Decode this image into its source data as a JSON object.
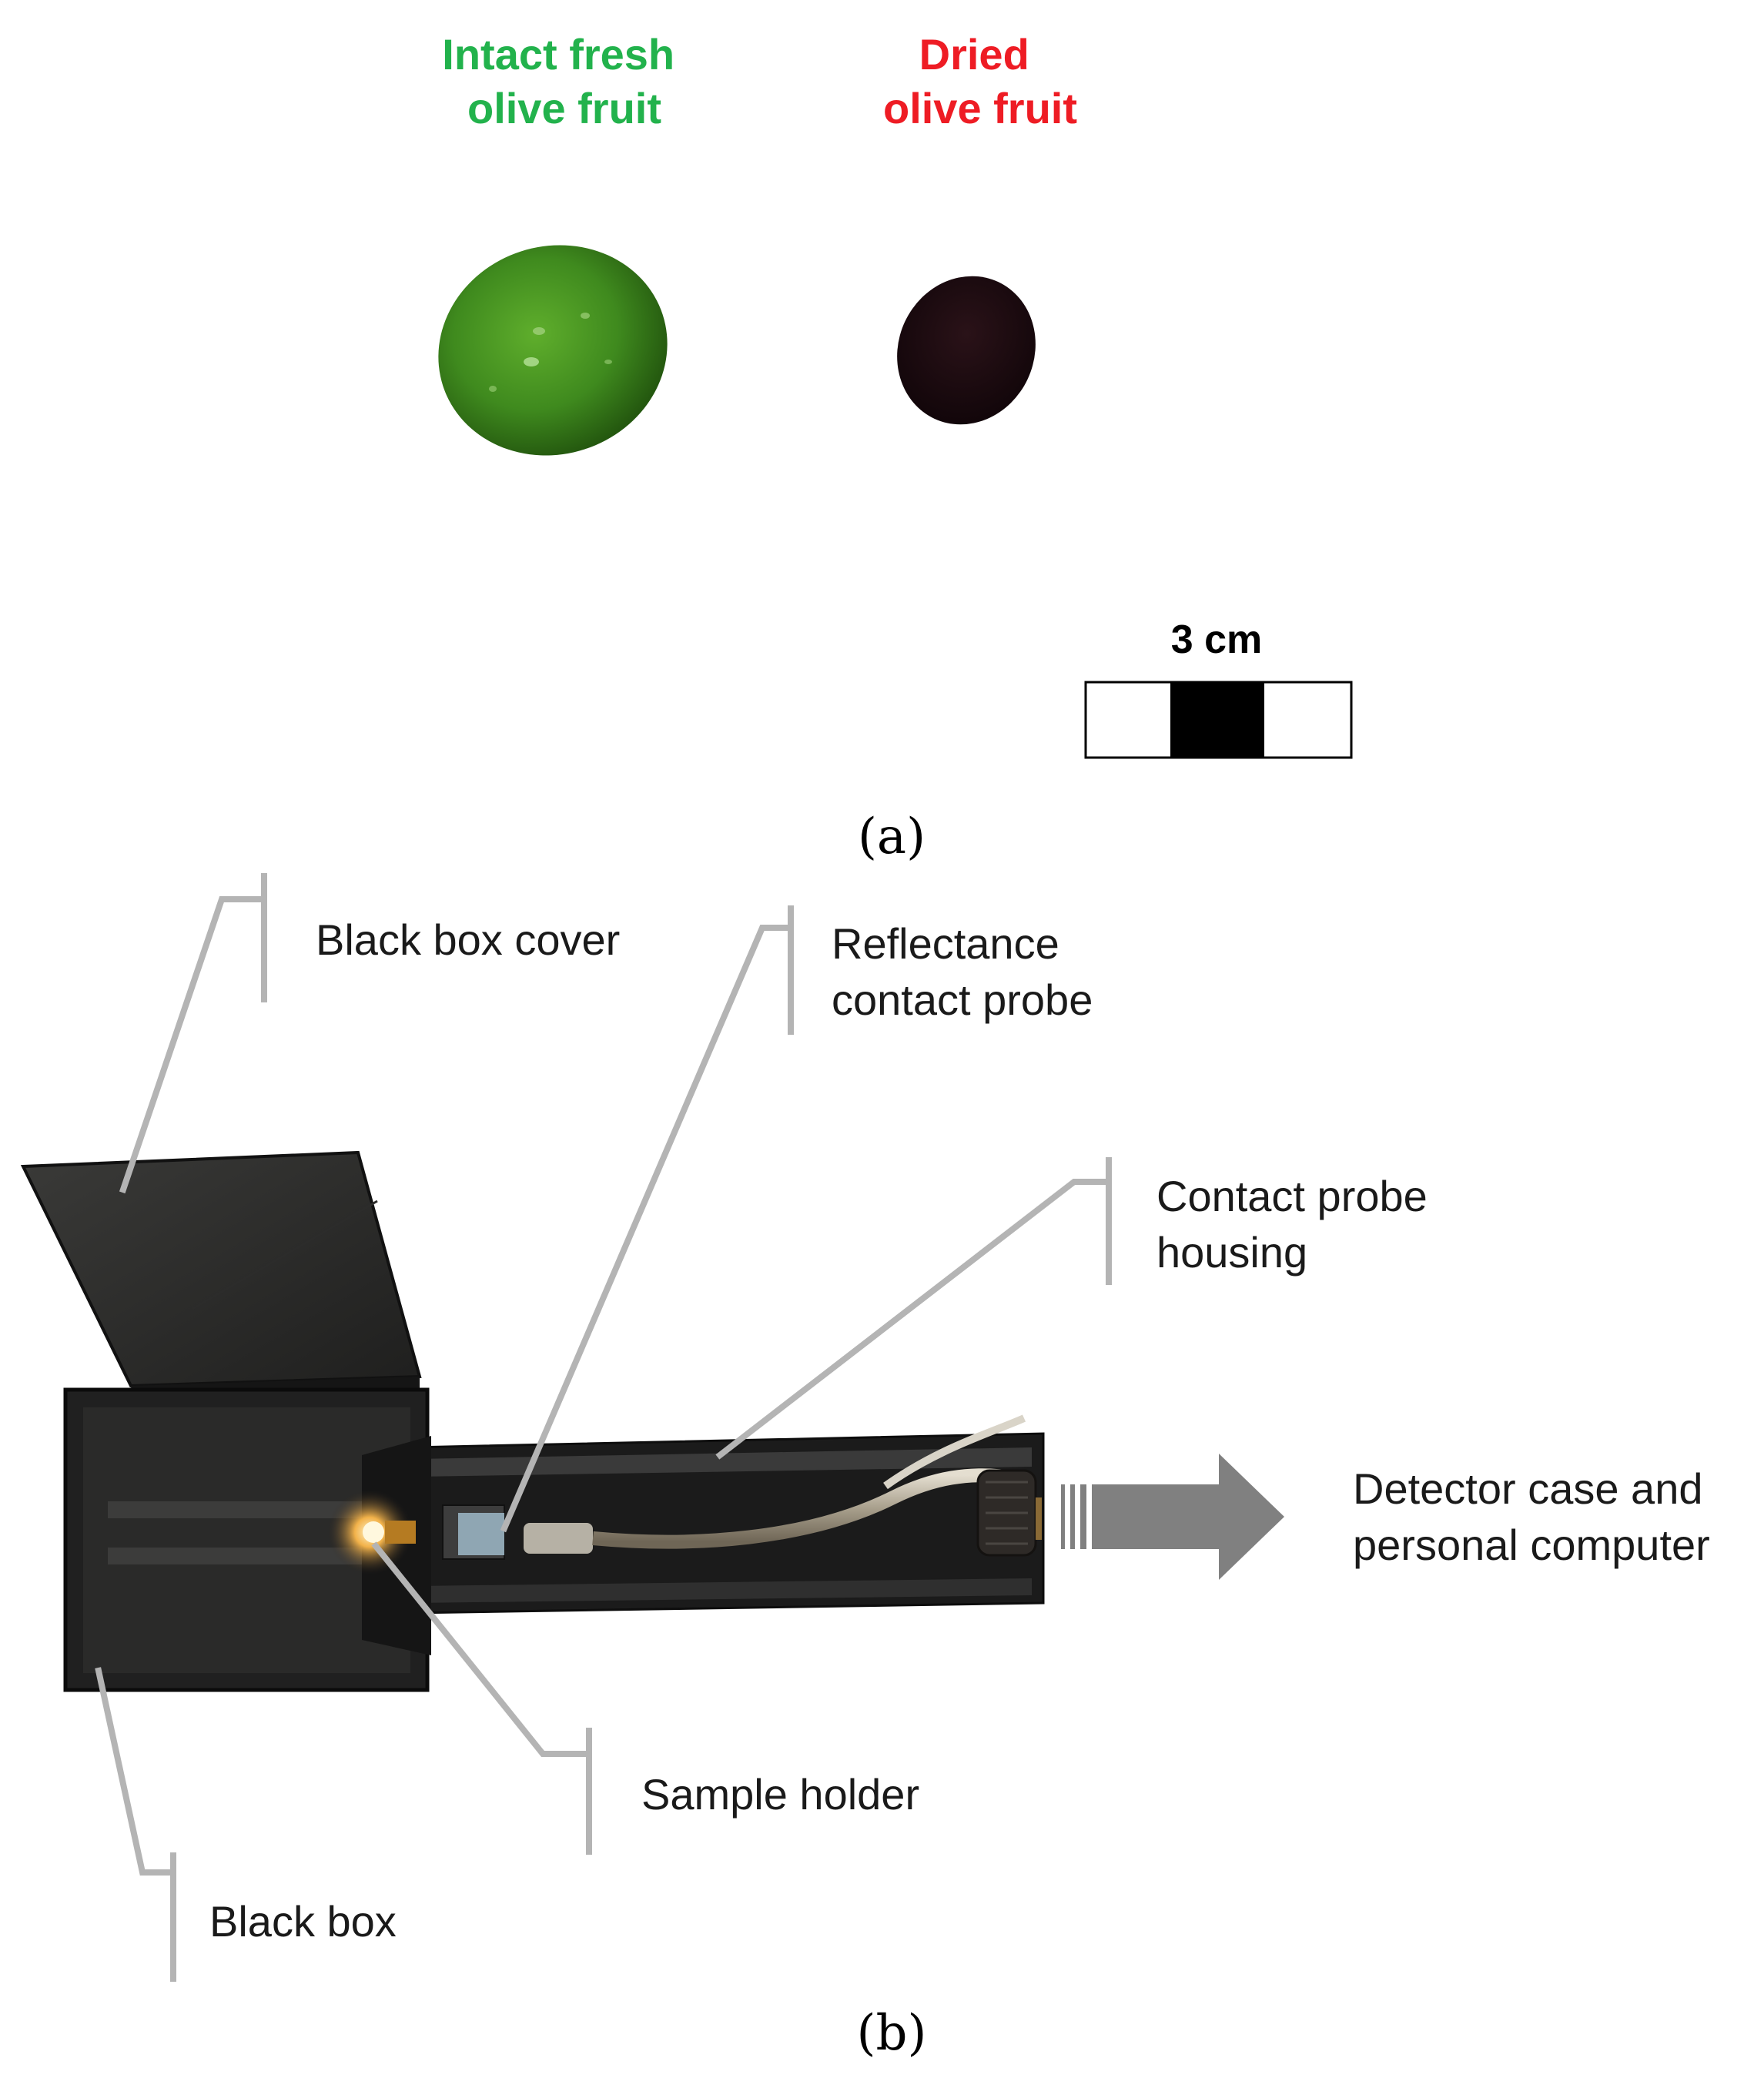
{
  "panel_a": {
    "label": "(a)",
    "fresh_label": [
      "Intact fresh",
      "olive fruit"
    ],
    "dried_label": [
      "Dried",
      "olive fruit"
    ],
    "fresh_color": "#22b24c",
    "dried_color": "#ee1c24",
    "scale_label": "3 cm"
  },
  "panel_b": {
    "label": "(b)",
    "callouts": {
      "black_box_cover": [
        "Black box cover"
      ],
      "reflectance_probe": [
        "Reflectance",
        "contact probe"
      ],
      "probe_housing": [
        "Contact probe",
        "housing"
      ],
      "detector": [
        "Detector case and",
        "personal computer"
      ],
      "sample_holder": [
        "Sample holder"
      ],
      "black_box": [
        "Black box"
      ]
    },
    "leader_color": "#b4b4b4",
    "arrow_color": "#808080"
  },
  "icons": [
    "fresh-olive-photo",
    "dried-olive-photo",
    "scale-bar",
    "black-box-device-photo",
    "direction-arrow"
  ]
}
